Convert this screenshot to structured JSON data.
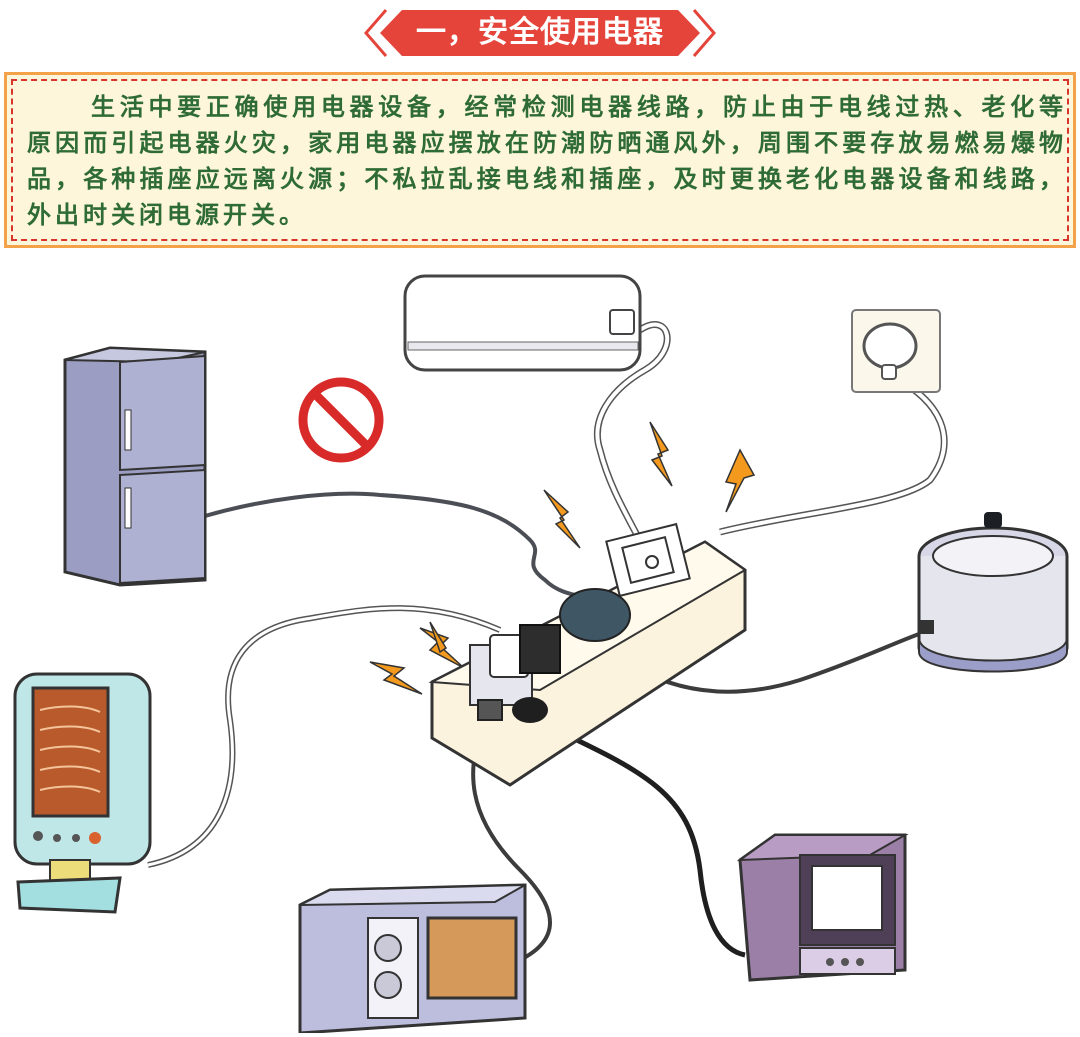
{
  "banner": {
    "title": "一，安全使用电器"
  },
  "notice": {
    "text": "生活中要正确使用电器设备，经常检测电器线路，防止由于电线过热、老化等原因而引起电器火灾，家用电器应摆放在防潮防晒通风外，周围不要存放易燃易爆物品，各种插座应远离火源；不私拉乱接电线和插座，及时更换老化电器设备和线路，外出时关闭电源开关。"
  },
  "colors": {
    "banner_red": "#e5443a",
    "frame_orange": "#f4a24a",
    "dash_red": "#d8342b",
    "text_green": "#2f6b34",
    "spark_orange": "#f39a1e",
    "prohibit_red": "#d92a2a"
  },
  "illustration": {
    "items": [
      "air-conditioner",
      "wall-socket",
      "refrigerator",
      "prohibited-sign",
      "power-strip",
      "rice-cooker",
      "electric-heater",
      "microwave",
      "television",
      "spark-icon"
    ]
  }
}
